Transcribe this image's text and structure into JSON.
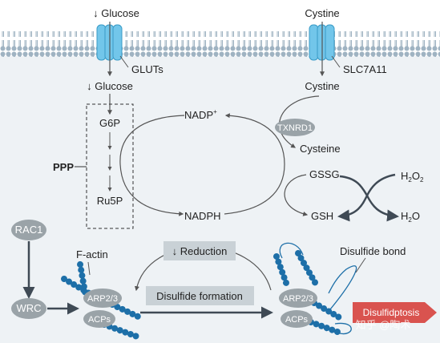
{
  "labels": {
    "glucose_extracellular": "↓ Glucose",
    "cystine_extracellular": "Cystine",
    "gluts": "GLUTs",
    "slc7a11": "SLC7A11",
    "glucose_intracellular": "↓ Glucose",
    "cystine_intracellular": "Cystine",
    "nadp": "NADP",
    "nadp_sup": "+",
    "txnrd1": "TXNRD1",
    "cysteine": "Cysteine",
    "g6p": "G6P",
    "ppp": "PPP",
    "ru5p": "Ru5P",
    "gssg": "GSSG",
    "h2o2_h": "H",
    "h2o2_2a": "2",
    "h2o2_o": "O",
    "h2o2_2b": "2",
    "gsh": "GSH",
    "h2o_h": "H",
    "h2o_2": "2",
    "h2o_o": "O",
    "nadph": "NADPH",
    "rac1": "RAC1",
    "reduction": "↓ Reduction",
    "f_actin": "F-actin",
    "disulfide_bond": "Disulfide bond",
    "arp23_left": "ARP2/3",
    "acps_left": "ACPs",
    "wrc": "WRC",
    "disulfide_formation": "Disulfide formation",
    "arp23_right": "ARP2/3",
    "acps_right": "ACPs",
    "disulfidptosis": "Disulfidptosis",
    "watermark": "知乎 @陶术"
  },
  "colors": {
    "membrane": "#9fb3c2",
    "cytoplasm": "#eef2f5",
    "channel": "#72c6ea",
    "node_fill": "#9aa3a8",
    "actin_blue": "#1d6fa8",
    "arrow_dark": "#3f4a55",
    "box_fill": "#c9d1d6",
    "disulfidptosis_red": "#d9534f"
  }
}
